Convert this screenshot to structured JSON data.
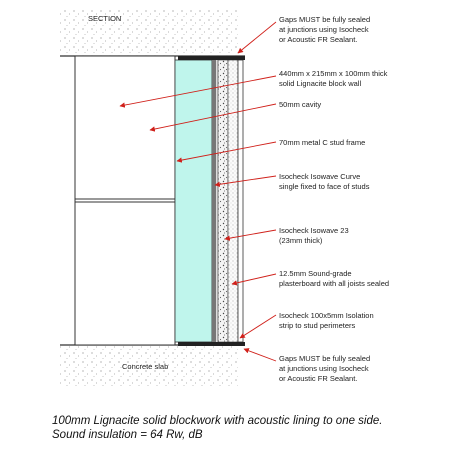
{
  "section_label": "SECTION",
  "slab_label": "Concrete slab",
  "annotations": [
    {
      "id": "gaps-top",
      "lines": [
        "Gaps  MUST  be fully sealed",
        "at junctions using Isocheck",
        "or Acoustic FR Sealant."
      ]
    },
    {
      "id": "block-wall",
      "lines": [
        "440mm x 215mm x 100mm thick",
        "solid Lignacite block wall"
      ]
    },
    {
      "id": "cavity",
      "lines": [
        "50mm cavity"
      ]
    },
    {
      "id": "stud-frame",
      "lines": [
        "70mm metal C stud frame"
      ]
    },
    {
      "id": "isowave-curve",
      "lines": [
        "Isocheck Isowave Curve",
        "single fixed to face of studs"
      ]
    },
    {
      "id": "isowave-23",
      "lines": [
        "Isocheck Isowave 23",
        "(23mm thick)"
      ]
    },
    {
      "id": "plasterboard",
      "lines": [
        "12.5mm Sound-grade",
        "plasterboard with all joists sealed"
      ]
    },
    {
      "id": "isolation-strip",
      "lines": [
        "Isocheck 100x5mm Isolation",
        "strip to stud perimeters"
      ]
    },
    {
      "id": "gaps-bottom",
      "lines": [
        "Gaps  MUST  be fully sealed",
        "at junctions using Isocheck",
        "or Acoustic FR Sealant."
      ]
    }
  ],
  "caption": {
    "line1": "100mm Lignacite solid blockwork with acoustic lining to one side.",
    "line2": "Sound insulation = 64 Rw, dB"
  },
  "colors": {
    "leader": "#d0201a",
    "cavity": "#bff5ec",
    "line": "#333333"
  }
}
